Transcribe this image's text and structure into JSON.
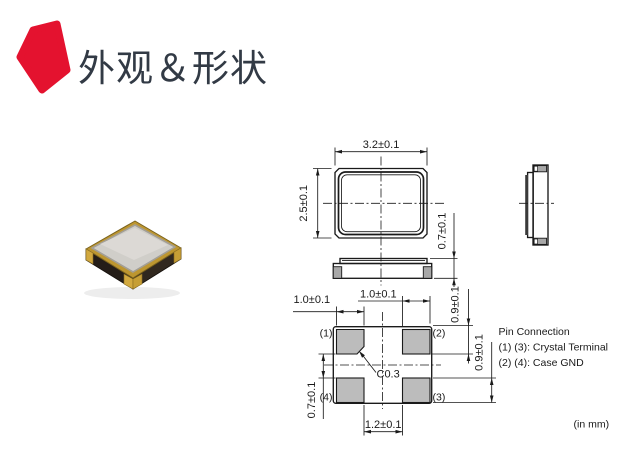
{
  "header": {
    "title": "外观＆形状"
  },
  "colors": {
    "accent_red": "#e4122f",
    "title_color": "#323a45",
    "line_color": "#1a1a1a",
    "pad_fill": "#bcbcbc"
  },
  "drawing": {
    "top_view": {
      "width_dim": "3.2±0.1",
      "height_dim": "2.5±0.1"
    },
    "front_view": {
      "height_dim": "0.7±0.1"
    },
    "pad_layout": {
      "pad1_width_dim": "1.0±0.1",
      "pad2_width_dim": "1.0±0.1",
      "pad_gap_horizontal_dim": "1.2±0.1",
      "pad_gap_vertical_dim": "0.7±0.1",
      "pad2_height_dim": "0.9±0.1",
      "pad3_height_dim": "0.9±0.1",
      "chamfer_label": "C0.3",
      "pin1_label": "(1)",
      "pin2_label": "(2)",
      "pin3_label": "(3)",
      "pin4_label": "(4)"
    },
    "pin_connection": {
      "title": "Pin Connection",
      "crystal_terminal": "(1) (3): Crystal Terminal",
      "case_gnd": "(2) (4): Case GND"
    },
    "units_note": "(in mm)"
  }
}
